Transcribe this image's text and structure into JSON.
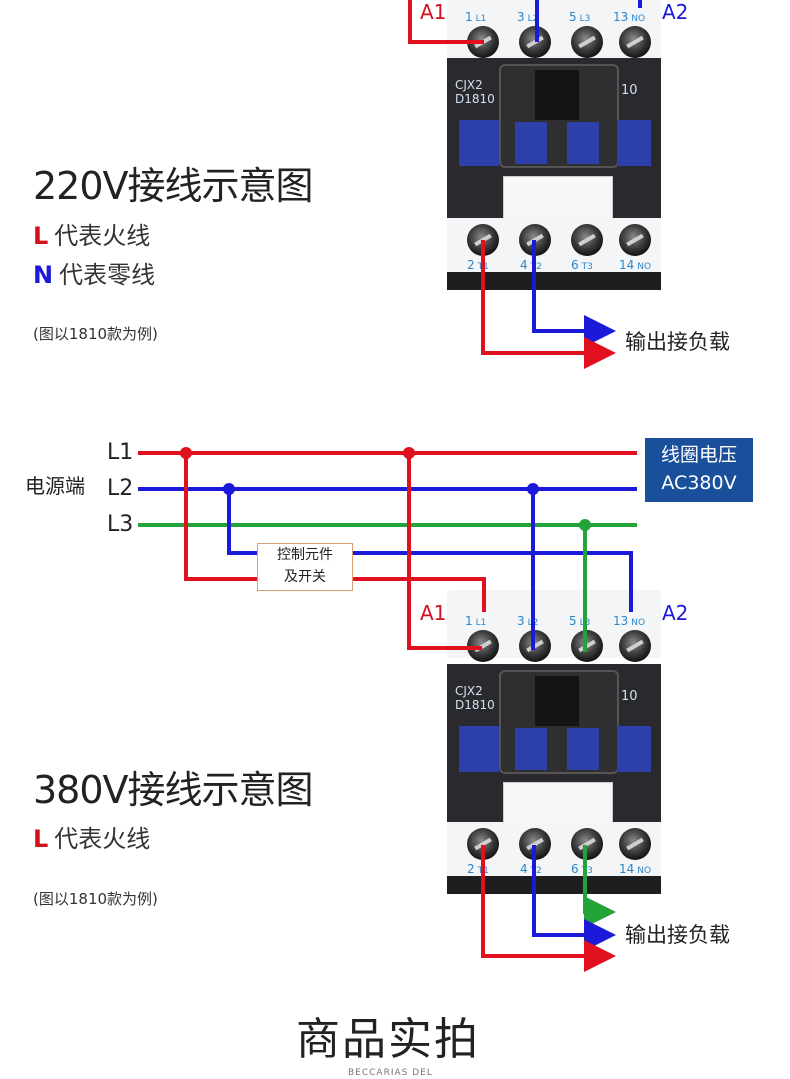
{
  "colors": {
    "live": "#e0101e",
    "neutral": "#1a1ad8",
    "phase3": "#24a33b",
    "coil_box": "#1a4f9c",
    "terminal_label": "#2b86c8"
  },
  "diagram_220": {
    "title": "220V接线示意图",
    "legend": [
      {
        "key": "L",
        "text": "代表火线",
        "color": "#d3101e"
      },
      {
        "key": "N",
        "text": "代表零线",
        "color": "#1a1ad8"
      }
    ],
    "note": "(图以1810款为例)",
    "output_label": "输出接负载",
    "coil_terms": {
      "a1": "A1",
      "a2": "A2"
    }
  },
  "diagram_380": {
    "title": "380V接线示意图",
    "legend": [
      {
        "key": "L",
        "text": "代表火线",
        "color": "#d3101e"
      }
    ],
    "note": "(图以1810款为例)",
    "output_label": "输出接负载",
    "coil_terms": {
      "a1": "A1",
      "a2": "A2"
    },
    "source_label": "电源端",
    "lines": [
      "L1",
      "L2",
      "L3"
    ],
    "coil_voltage": {
      "line1": "线圈电压",
      "line2": "AC380V"
    },
    "control": {
      "line1": "控制元件",
      "line2": "及开关"
    }
  },
  "contactor": {
    "model_line1": "CJX2",
    "model_line2": "D1810",
    "aux_code": "10",
    "top_terminals": [
      {
        "n": "1",
        "t": "L1"
      },
      {
        "n": "3",
        "t": "L2"
      },
      {
        "n": "5",
        "t": "L3"
      },
      {
        "n": "13",
        "t": "NO"
      }
    ],
    "bottom_terminals": [
      {
        "n": "2",
        "t": "T1"
      },
      {
        "n": "4",
        "t": "T2"
      },
      {
        "n": "6",
        "t": "T3"
      },
      {
        "n": "14",
        "t": "NO"
      }
    ]
  },
  "footer": {
    "title": "商品实拍",
    "subtitle": "BECCARIAS DEL"
  }
}
